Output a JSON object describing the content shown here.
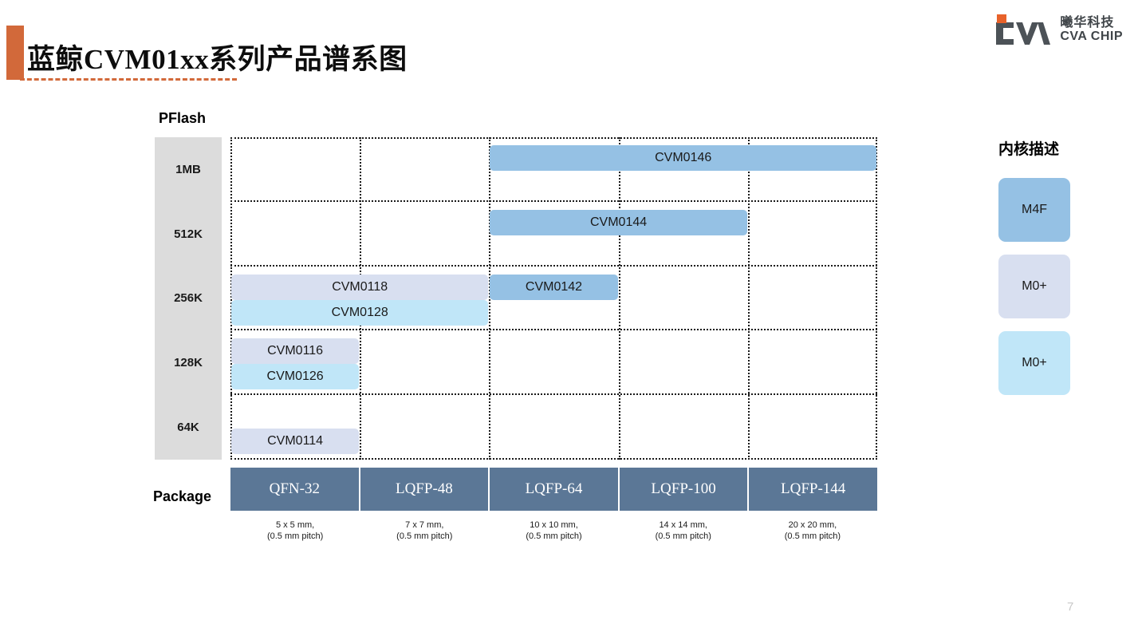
{
  "header": {
    "title": "蓝鲸CVM01xx系列产品谱系图",
    "accent_color": "#d2693a"
  },
  "logo": {
    "name_cn": "曦华科技",
    "name_en": "CVA CHIP",
    "mark_color": "#4c5257",
    "square_color": "#e8622a"
  },
  "axes": {
    "y_label": "PFlash",
    "x_label": "Package",
    "pflash_ticks": [
      "1MB",
      "512K",
      "256K",
      "128K",
      "64K"
    ]
  },
  "packages": [
    {
      "name": "QFN-32",
      "dim_line1": "5 x 5 mm,",
      "dim_line2": "(0.5 mm pitch)"
    },
    {
      "name": "LQFP-48",
      "dim_line1": "7 x 7 mm,",
      "dim_line2": "(0.5 mm pitch)"
    },
    {
      "name": "LQFP-64",
      "dim_line1": "10 x 10 mm,",
      "dim_line2": "(0.5 mm pitch)"
    },
    {
      "name": "LQFP-100",
      "dim_line1": "14 x 14 mm,",
      "dim_line2": "(0.5 mm pitch)"
    },
    {
      "name": "LQFP-144",
      "dim_line1": "20 x 20 mm,",
      "dim_line2": "(0.5 mm pitch)"
    }
  ],
  "legend": {
    "title": "内核描述",
    "items": [
      {
        "label": "M4F",
        "color": "#95c1e4"
      },
      {
        "label": "M0+",
        "color": "#d8dff0"
      },
      {
        "label": "M0+",
        "color": "#c0e6f8"
      }
    ]
  },
  "footer": {
    "page_number": "7"
  },
  "chart_data": {
    "type": "table",
    "title": "蓝鲸CVM01xx系列产品谱系图",
    "xlabel": "Package",
    "ylabel": "PFlash",
    "x_categories": [
      "QFN-32",
      "LQFP-48",
      "LQFP-64",
      "LQFP-100",
      "LQFP-144"
    ],
    "y_categories": [
      "1MB",
      "512K",
      "256K",
      "128K",
      "64K"
    ],
    "grid": "dotted",
    "legend_position": "right",
    "products": [
      {
        "name": "CVM0146",
        "core": "M4F",
        "color": "#95c1e4",
        "pflash": "1MB",
        "pflash_row": 0,
        "package_start": "LQFP-64",
        "package_end": "LQFP-144",
        "col_start": 2,
        "col_span": 3,
        "sub_row": 0
      },
      {
        "name": "CVM0144",
        "core": "M4F",
        "color": "#95c1e4",
        "pflash": "512K",
        "pflash_row": 1,
        "package_start": "LQFP-64",
        "package_end": "LQFP-100",
        "col_start": 2,
        "col_span": 2,
        "sub_row": 0
      },
      {
        "name": "CVM0118",
        "core": "M0+",
        "color": "#d8dff0",
        "pflash": "256K",
        "pflash_row": 2,
        "package_start": "QFN-32",
        "package_end": "LQFP-48",
        "col_start": 0,
        "col_span": 2,
        "sub_row": 0
      },
      {
        "name": "CVM0128",
        "core": "M0+",
        "color": "#c0e6f8",
        "pflash": "256K",
        "pflash_row": 2,
        "package_start": "QFN-32",
        "package_end": "LQFP-48",
        "col_start": 0,
        "col_span": 2,
        "sub_row": 1
      },
      {
        "name": "CVM0142",
        "core": "M4F",
        "color": "#95c1e4",
        "pflash": "256K",
        "pflash_row": 2,
        "package_start": "LQFP-64",
        "package_end": "LQFP-64",
        "col_start": 2,
        "col_span": 1,
        "sub_row": 0
      },
      {
        "name": "CVM0116",
        "core": "M0+",
        "color": "#d8dff0",
        "pflash": "128K",
        "pflash_row": 3,
        "package_start": "QFN-32",
        "package_end": "QFN-32",
        "col_start": 0,
        "col_span": 1,
        "sub_row": 0
      },
      {
        "name": "CVM0126",
        "core": "M0+",
        "color": "#c0e6f8",
        "pflash": "128K",
        "pflash_row": 3,
        "package_start": "QFN-32",
        "package_end": "QFN-32",
        "col_start": 0,
        "col_span": 1,
        "sub_row": 1
      },
      {
        "name": "CVM0114",
        "core": "M0+",
        "color": "#d8dff0",
        "pflash": "64K",
        "pflash_row": 4,
        "package_start": "QFN-32",
        "package_end": "QFN-32",
        "col_start": 0,
        "col_span": 1,
        "sub_row": 1
      }
    ]
  }
}
